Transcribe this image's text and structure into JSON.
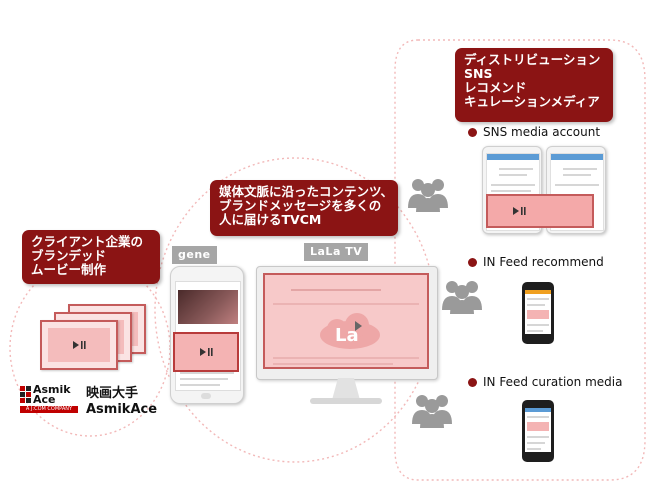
{
  "banners": {
    "client": [
      "クライアント企業の",
      "ブランデッド",
      "ムービー制作"
    ],
    "tvcm": [
      "媒体文脈に沿ったコンテンツ、",
      "ブランドメッセージを多くの",
      "人に届けるTVCM"
    ],
    "distribution": [
      "ディストリビューション",
      "SNS",
      "レコメンド",
      "キュレーションメディア"
    ]
  },
  "tags": {
    "gene": "gene",
    "lala": "LaLa TV"
  },
  "brand": {
    "logo_line1": "Asmik",
    "logo_line2": "Ace",
    "logo_sub": "A J:COM COMPANY",
    "name_line1": "映画大手",
    "name_line2": "AsmikAce"
  },
  "right_items": [
    {
      "label": "SNS media account"
    },
    {
      "label": "IN Feed recommend"
    },
    {
      "label": "IN Feed curation media"
    }
  ],
  "gene_caption": "",
  "colors": {
    "accent": "#8b1414",
    "highlight": "#f08080",
    "tag_gray": "#a6a6a6"
  },
  "icons": {
    "play": "play-icon",
    "people": "people-group-icon"
  }
}
